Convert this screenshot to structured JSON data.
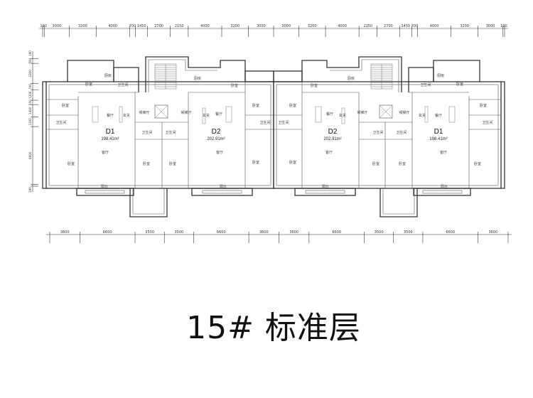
{
  "title": "15# 标准层",
  "dimensions": {
    "top": [
      "190",
      "3000",
      "3200",
      "4000",
      "700",
      "1450",
      "2700",
      "2150",
      "4000",
      "3200",
      "3000",
      "3000",
      "3200",
      "4000",
      "2150",
      "2700",
      "1450",
      "700",
      "4000",
      "3200",
      "3000",
      "190"
    ],
    "top_values": [
      190,
      3000,
      3200,
      4000,
      700,
      1450,
      2700,
      2150,
      4000,
      3200,
      3000,
      3000,
      3200,
      4000,
      2150,
      2700,
      1450,
      700,
      4000,
      3200,
      3000,
      190
    ],
    "bottom": [
      "3600",
      "6600",
      "3500",
      "3500",
      "6600",
      "3600",
      "3600",
      "6600",
      "3500",
      "3500",
      "6600",
      "3600"
    ],
    "bottom_values": [
      3600,
      6600,
      3500,
      3500,
      6600,
      3600,
      3600,
      6600,
      3500,
      3500,
      6600,
      3600
    ],
    "left": [
      "190",
      "550",
      "2300",
      "700",
      "1200",
      "500",
      "1400",
      "1100",
      "6600",
      "190"
    ],
    "left_values": [
      190,
      550,
      2300,
      700,
      1200,
      500,
      1400,
      1100,
      6600,
      190
    ]
  },
  "units": [
    {
      "name": "D1",
      "area": "198.41m²"
    },
    {
      "name": "D2",
      "area": "202.91m²"
    },
    {
      "name": "D2",
      "area": "202.91m²"
    },
    {
      "name": "D1",
      "area": "198.41m²"
    }
  ],
  "rooms": {
    "bedroom": "卧室",
    "kitchen": "厨房",
    "bathroom": "卫生间",
    "dining": "餐厅",
    "foyer": "玄关",
    "living": "客厅",
    "balcony": "阳台",
    "elevator_lobby": "候梯厅"
  }
}
